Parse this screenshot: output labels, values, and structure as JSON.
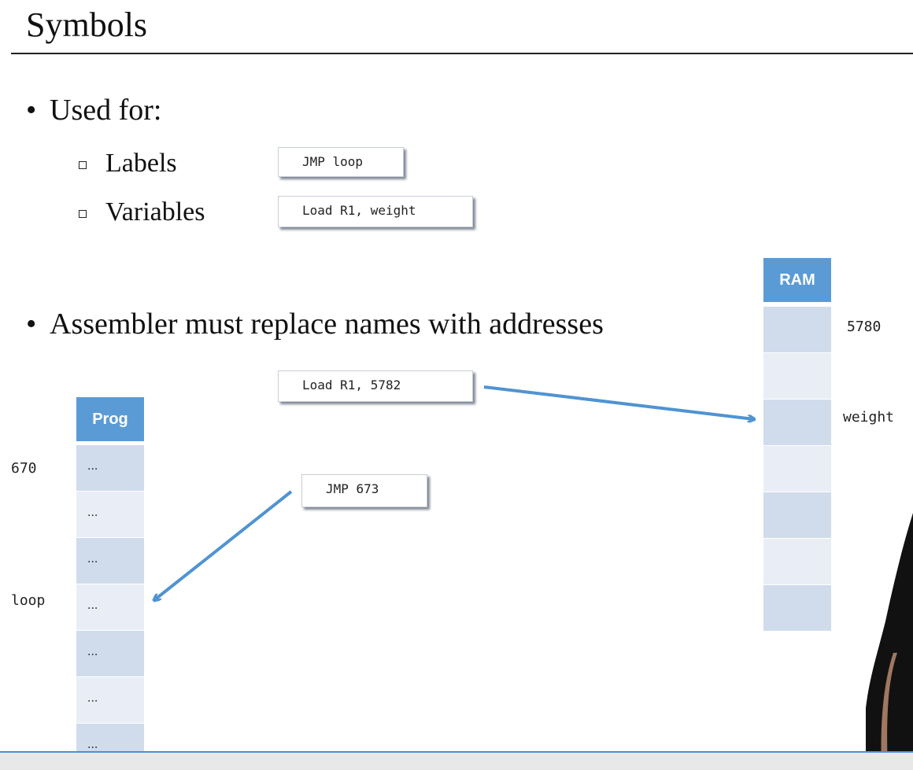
{
  "title": "Symbols",
  "bullets": [
    {
      "dot": "•",
      "text": "Used for:"
    },
    {
      "dot": "•",
      "text": "Assembler must replace names with addresses"
    }
  ],
  "subitems": [
    {
      "text": "Labels",
      "code": "JMP loop"
    },
    {
      "text": "Variables",
      "code": "Load R1, weight"
    }
  ],
  "resolved_code": {
    "load": "Load R1, 5782",
    "jmp": "JMP 673"
  },
  "ram": {
    "header": "RAM",
    "cells": [
      "",
      "",
      "",
      "",
      "",
      "",
      ""
    ],
    "labels": {
      "addr_5780": "5780",
      "weight": "weight"
    }
  },
  "prog": {
    "header": "Prog",
    "cells": [
      "...",
      "...",
      "...",
      "...",
      "...",
      "...",
      "..."
    ],
    "labels": {
      "addr_670": "670",
      "loop": "loop"
    }
  },
  "colors": {
    "accent": "#5b9bd5",
    "cell_dark": "#d0dcec",
    "cell_light": "#e9eef6",
    "arrow": "#4f93d2"
  }
}
